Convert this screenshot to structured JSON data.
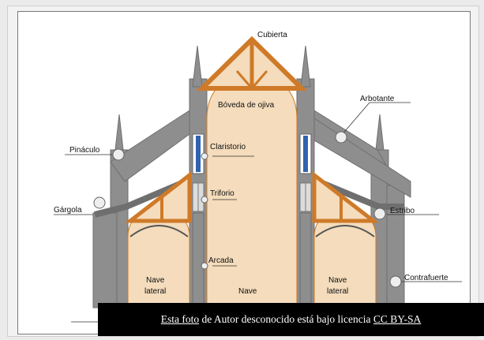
{
  "labels": {
    "cubierta": "Cubierta",
    "boveda": "Bóveda de ojiva",
    "arbotante": "Arbotante",
    "claristorio": "Claristorio",
    "pinaculo": "Pináculo",
    "triforio": "Triforio",
    "gargola": "Gárgola",
    "estribo": "Estribo",
    "arcada": "Arcada",
    "contrafuerte": "Contrafuerte",
    "nave_lateral_left_1": "Nave",
    "nave_lateral_left_2": "lateral",
    "nave": "Nave",
    "nave_lateral_right_1": "Nave",
    "nave_lateral_right_2": "lateral"
  },
  "credit": {
    "photo_link": "Esta foto",
    "middle_text": " de Autor desconocido está bajo licencia ",
    "license_link": "CC BY-SA"
  },
  "colors": {
    "stone": "#8a8a8a",
    "interior": "#f4dcbc",
    "timber": "#cf7a28",
    "glass": "#2f63b0"
  }
}
